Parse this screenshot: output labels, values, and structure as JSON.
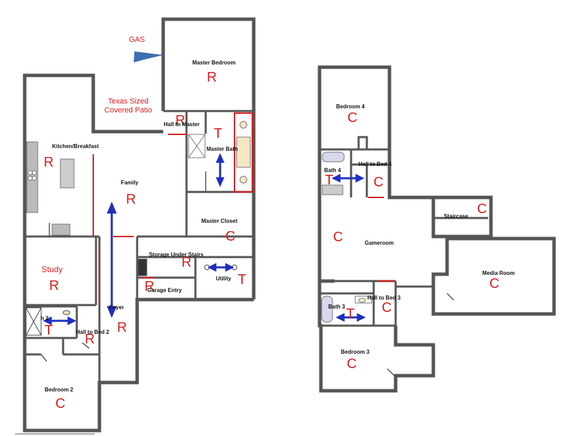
{
  "colors": {
    "wall": "#555555",
    "accent": "#d61f1f",
    "arrow": "#1f2fbf",
    "gas": "#3a6fb0"
  },
  "labels": {
    "gas": "GAS",
    "patio_line1": "Texas Sized",
    "patio_line2": "Covered Patio",
    "master_bedroom": "Master Bedroom",
    "hall_to_master": "Hall to Master",
    "master_bath": "Master Bath",
    "kitchen": "Kitchen/Breakfast",
    "family": "Family",
    "master_closet": "Master Closet",
    "storage": "Storage Under Stairs",
    "utility": "Utility",
    "study": "Study",
    "garage_entry": "Garage Entry",
    "foyer": "Foyer",
    "bath2": "h 2",
    "hall_bed2": "Hall to Bed 2",
    "bedroom2": "Bedroom 2",
    "bedroom4": "Bedroom 4",
    "bath4": "Bath 4",
    "hall_bed4": "Hall to Bed 4",
    "staircase": "Staircase",
    "gameroom": "Gameroom",
    "media_room": "Media Room",
    "hall_bed3": "Hall to Bed 3",
    "bath3": "Bath 3",
    "bedroom3": "Bedroom 3"
  },
  "codes": {
    "master_bedroom": "R",
    "hall_to_master": "R",
    "master_bath": "T",
    "kitchen": "R",
    "family": "R",
    "master_closet": "C",
    "storage": "R",
    "utility": "T",
    "study": "R",
    "garage_entry": "R",
    "foyer": "R",
    "bath2": "T",
    "hall_bed2": "R",
    "bedroom2": "C",
    "bedroom4": "C",
    "bath4": "T",
    "hall_bed4": "C",
    "staircase": "C",
    "gameroom": "C",
    "media_room": "C",
    "hall_bed3": "C",
    "bath3": "T",
    "bedroom3": "C"
  }
}
